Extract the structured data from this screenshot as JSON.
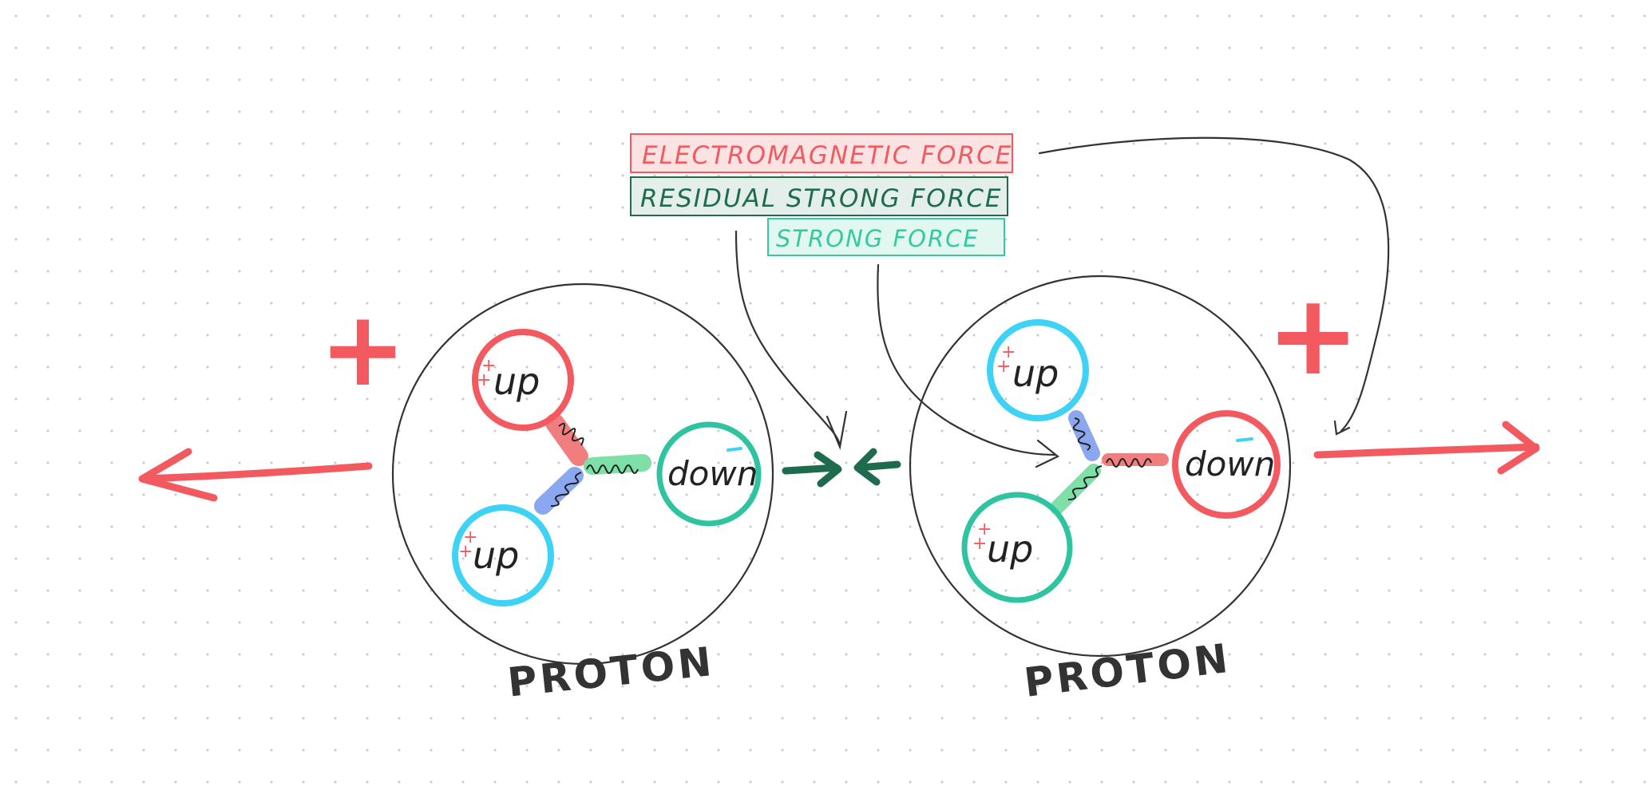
{
  "legend": {
    "electromagnetic": "ELECTROMAGNETIC FORCE",
    "residual_strong": "RESIDUAL STRONG FORCE",
    "strong": "STRONG FORCE"
  },
  "charge_sign": "+",
  "quark_charge_mark": "+",
  "left_proton": {
    "label": "PROTON",
    "quarks": {
      "top": "up",
      "bottom": "up",
      "right": "down"
    }
  },
  "right_proton": {
    "label": "PROTON",
    "quarks": {
      "top": "up",
      "bottom": "up",
      "right": "down"
    }
  },
  "colors": {
    "electromagnetic": "#f25a5f",
    "electromagnetic_fill": "#fbe3e3",
    "residual_strong": "#1e6b4d",
    "residual_strong_fill": "#e4eeea",
    "strong": "#34c9a0",
    "strong_fill": "#e2f7f0",
    "quark_red": "#f25a5f",
    "quark_blue": "#3ed2f5",
    "quark_green": "#2ec4a0",
    "gluon_red": "#f07e7e",
    "gluon_blue": "#8aa7f0",
    "gluon_green": "#7ee0a6",
    "outline": "#333333",
    "arrow_dark": "#1e6b4d"
  }
}
